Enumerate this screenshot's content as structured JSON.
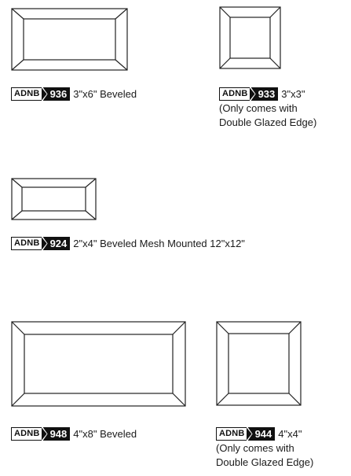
{
  "series_label": "ADNB",
  "items": [
    {
      "code": "936",
      "description": "3\"x6\" Beveled"
    },
    {
      "code": "933",
      "description": "3\"x3\"",
      "note_line1": "(Only comes with",
      "note_line2": "Double Glazed Edge)"
    },
    {
      "code": "924",
      "description": "2\"x4\" Beveled Mesh Mounted 12\"x12\""
    },
    {
      "code": "948",
      "description": "4\"x8\" Beveled"
    },
    {
      "code": "944",
      "description": "4\"x4\"",
      "note_line1": "(Only comes with",
      "note_line2": "Double Glazed Edge)"
    }
  ]
}
